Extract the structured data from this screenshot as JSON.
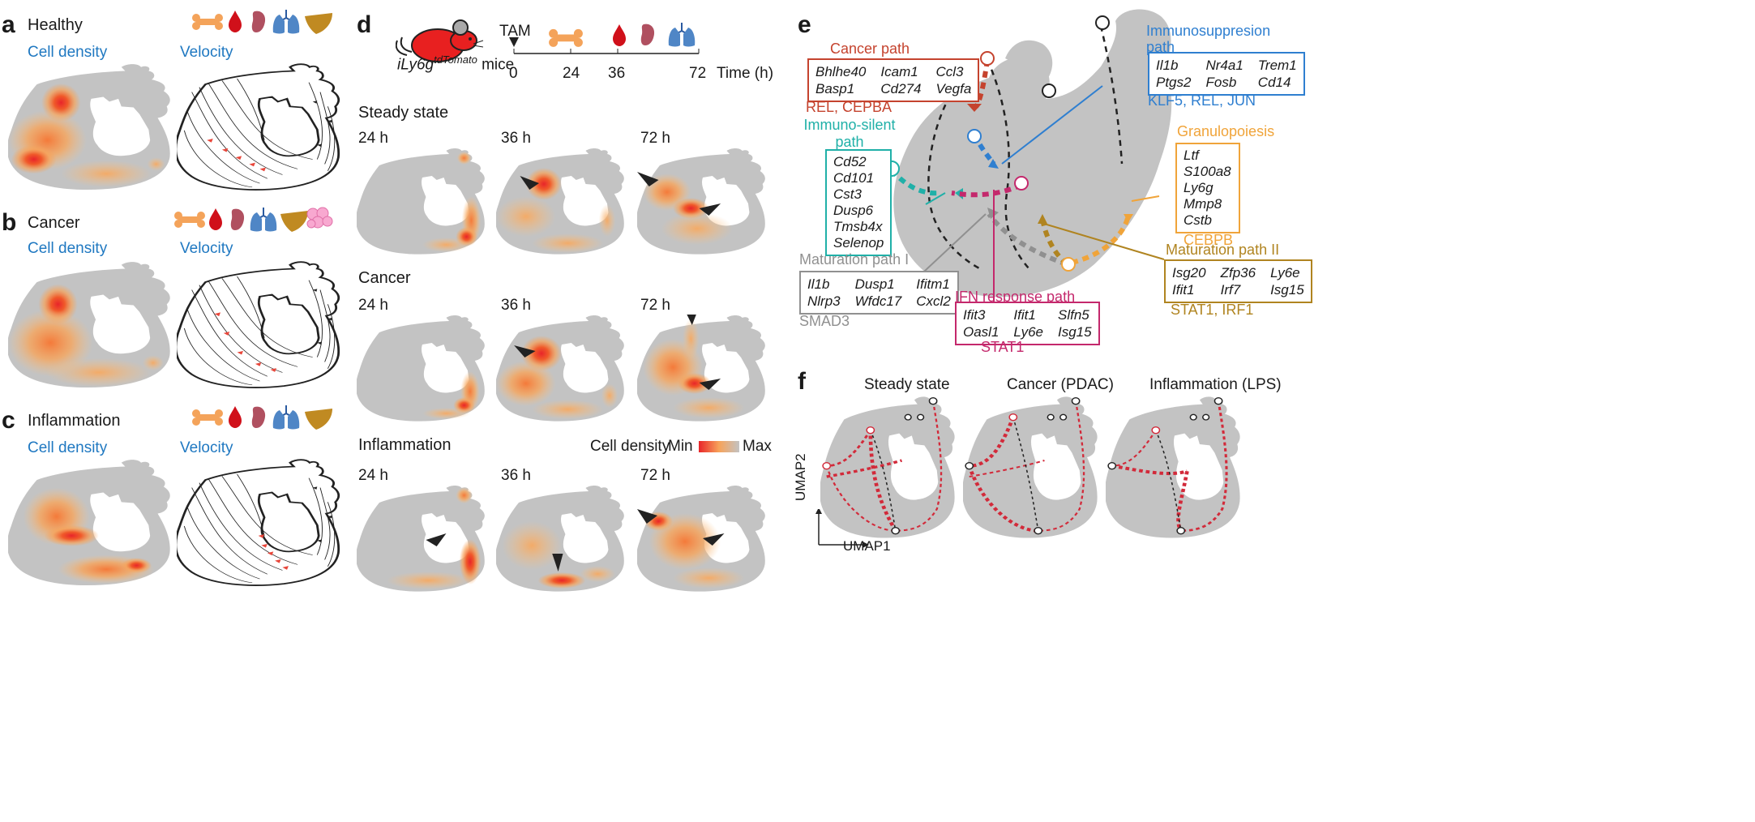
{
  "colors": {
    "blob": "#c3c3c3",
    "dens_low": "#f6a65a",
    "dens_high": "#e8292a",
    "text_blue": "#1f78c1",
    "cancer": "#c5432e",
    "immuno": "#2f7fd0",
    "silent": "#20b0a8",
    "granulo": "#f0a43a",
    "mat2": "#b08420",
    "mat1": "#909090",
    "ifn": "#c4286c",
    "flow": "#d22a3a"
  },
  "icons": [
    "bone-icon",
    "blood-drop-icon",
    "spleen-icon",
    "lung-icon",
    "liver-icon",
    "tumor-icon"
  ],
  "panel_a": {
    "label": "a",
    "title": "Healthy",
    "density": "Cell density",
    "velocity": "Velocity"
  },
  "panel_b": {
    "label": "b",
    "title": "Cancer",
    "density": "Cell density",
    "velocity": "Velocity"
  },
  "panel_c": {
    "label": "c",
    "title": "Inflammation",
    "density": "Cell density",
    "velocity": "Velocity"
  },
  "panel_d": {
    "label": "d",
    "mouse_name": "iLy6g",
    "mouse_sup": "tdTomato",
    "mouse_suffix": " mice",
    "tam": "TAM",
    "ticks": [
      "0",
      "24",
      "36",
      "72"
    ],
    "time_label": "Time (h)",
    "rows": [
      {
        "title": "Steady state",
        "times": [
          "24 h",
          "36 h",
          "72 h"
        ]
      },
      {
        "title": "Cancer",
        "times": [
          "24 h",
          "36 h",
          "72 h"
        ]
      },
      {
        "title": "Inflammation",
        "times": [
          "24 h",
          "36 h",
          "72 h"
        ]
      }
    ],
    "legend": {
      "title": "Cell density",
      "min": "Min",
      "max": "Max"
    }
  },
  "panel_e": {
    "label": "e",
    "cancer_title": "Cancer path",
    "cancer_genes": [
      "Bhlhe40",
      "Icam1",
      "Ccl3",
      "Basp1",
      "Cd274",
      "Vegfa"
    ],
    "cancer_tf": "REL, CEPBA",
    "immuno_title": "Immunosuppresion path",
    "immuno_genes": [
      "Il1b",
      "Nr4a1",
      "Trem1",
      "Ptgs2",
      "Fosb",
      "Cd14"
    ],
    "immuno_tf": "KLF5, REL, JUN",
    "silent_title": "Immuno-silent path",
    "silent_genes": [
      "Cd52",
      "Cd101",
      "Cst3",
      "Dusp6",
      "Tmsb4x",
      "Selenop"
    ],
    "granulo_title": "Granulopoiesis",
    "granulo_genes": [
      "Ltf",
      "S100a8",
      "Ly6g",
      "Mmp8",
      "Cstb"
    ],
    "granulo_tf": "CEBPB",
    "mat2_title": "Maturation path II",
    "mat2_genes": [
      "Isg20",
      "Zfp36",
      "Ly6e",
      "Ifit1",
      "Irf7",
      "Isg15"
    ],
    "mat2_tf": "STAT1, IRF1",
    "mat1_title": "Maturation path I",
    "mat1_genes": [
      "Il1b",
      "Dusp1",
      "Ifitm1",
      "Nlrp3",
      "Wfdc17",
      "Cxcl2"
    ],
    "mat1_tf": "SMAD3",
    "ifn_title": "IFN response path",
    "ifn_genes": [
      "Ifit3",
      "Ifit1",
      "Slfn5",
      "Oasl1",
      "Ly6e",
      "Isg15"
    ],
    "ifn_tf": "STAT1"
  },
  "panel_f": {
    "label": "f",
    "titles": [
      "Steady state",
      "Cancer (PDAC)",
      "Inflammation (LPS)"
    ],
    "umap1": "UMAP1",
    "umap2": "UMAP2"
  }
}
